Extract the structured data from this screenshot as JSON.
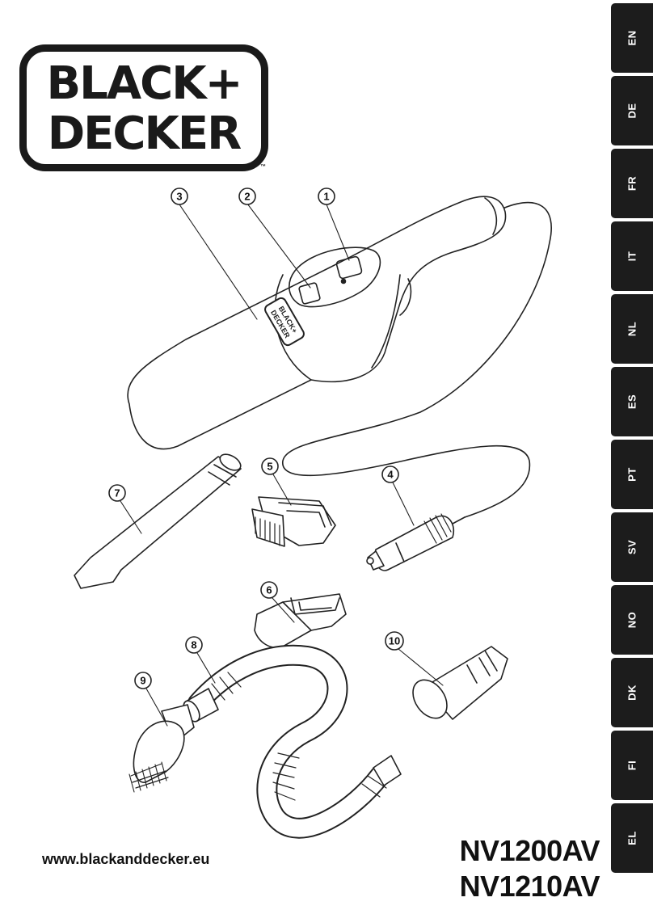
{
  "brand": {
    "line1": "BLACK+",
    "line2": "DECKER",
    "trademark": "™"
  },
  "device_badge": {
    "line1": "BLACK+",
    "line2": "DECKER"
  },
  "languages": [
    "EN",
    "DE",
    "FR",
    "IT",
    "NL",
    "ES",
    "PT",
    "SV",
    "NO",
    "DK",
    "FI",
    "EL"
  ],
  "callouts": [
    "1",
    "2",
    "3",
    "4",
    "5",
    "6",
    "7",
    "8",
    "9",
    "10"
  ],
  "footer": {
    "website": "www.blackanddecker.eu",
    "models": [
      "NV1200AV",
      "NV1210AV"
    ]
  }
}
